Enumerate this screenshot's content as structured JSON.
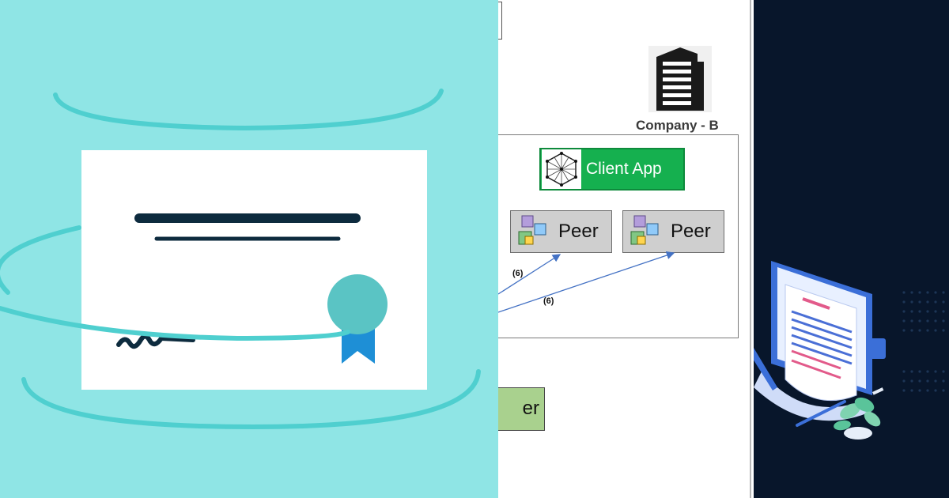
{
  "diagram": {
    "company_label": "Company - B",
    "client_app_label": "Client App",
    "peers": [
      {
        "label": "Peer"
      },
      {
        "label": "Peer"
      }
    ],
    "sequence_labels": [
      "(6)",
      "(6)"
    ],
    "partial_box_label": "er"
  },
  "colors": {
    "left_background": "#8fe5e5",
    "ring_stroke": "#4fcfcf",
    "certificate_ink": "#0d2b3e",
    "seal": "#5ac4c4",
    "ribbon": "#1e8fd6",
    "client_app_green": "#15b04f",
    "peer_gray": "#cfcfcf",
    "arrow_blue": "#4472c4",
    "partial_box_green": "#a9d18e",
    "right_background": "#08162b"
  },
  "icons": [
    "certificate-icon",
    "seal-ribbon-icon",
    "building-icon",
    "hyperledger-logo-icon",
    "peer-cube-icon",
    "document-screen-icon",
    "pencil-icon",
    "plant-icon"
  ]
}
